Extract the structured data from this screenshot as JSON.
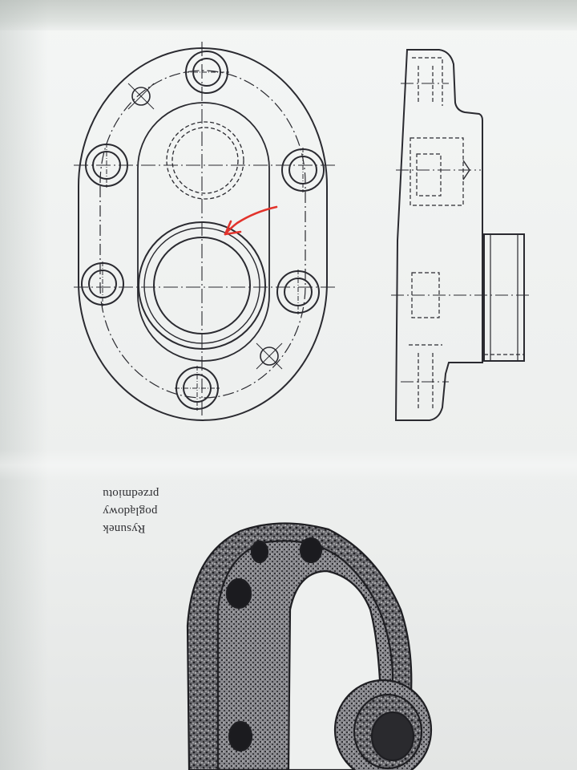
{
  "caption": {
    "line1": "Rysunek",
    "line2": "poglądowy",
    "line3": "przedmiotu"
  },
  "colors": {
    "ink": "#2a2a30",
    "annotation_arrow": "#e2332c",
    "paper": "#eef0ef"
  },
  "annotations": {
    "arrow": "red-hand-drawn-arrow"
  }
}
